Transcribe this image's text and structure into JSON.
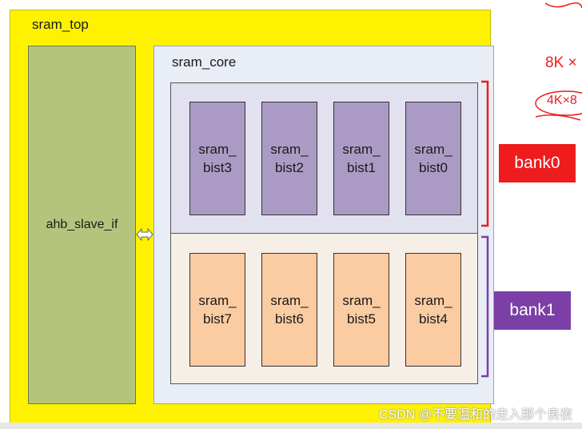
{
  "sram_top": {
    "label": "sram_top"
  },
  "ahb_slave_if": {
    "label": "ahb_slave_if"
  },
  "sram_core": {
    "label": "sram_core"
  },
  "bank0": {
    "tag": "bank0",
    "tag_color": "#ee1c1c",
    "fill_color": "#ab9bc4",
    "bists": [
      {
        "line1": "sram_",
        "line2": "bist3"
      },
      {
        "line1": "sram_",
        "line2": "bist2"
      },
      {
        "line1": "sram_",
        "line2": "bist1"
      },
      {
        "line1": "sram_",
        "line2": "bist0"
      }
    ]
  },
  "bank1": {
    "tag": "bank1",
    "tag_color": "#7b3fa6",
    "fill_color": "#fbcba2",
    "bists": [
      {
        "line1": "sram_",
        "line2": "bist7"
      },
      {
        "line1": "sram_",
        "line2": "bist6"
      },
      {
        "line1": "sram_",
        "line2": "bist5"
      },
      {
        "line1": "sram_",
        "line2": "bist4"
      }
    ]
  },
  "annotations": {
    "top_note": "8K ×",
    "circled_note": "4K×8"
  },
  "watermark": "CSDN @不要温和的走入那个良夜"
}
